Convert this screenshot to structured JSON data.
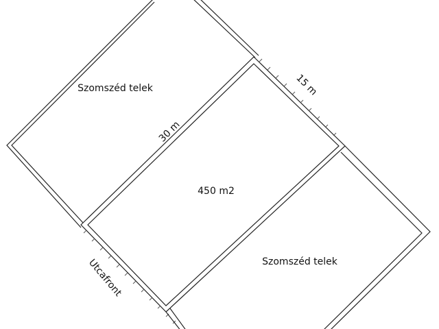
{
  "labels": {
    "neighbor_top": "Szomszéd telek",
    "neighbor_bottom": "Szomszéd telek",
    "length": "30 m",
    "width": "15 m",
    "area": "450 m2",
    "street": "Utcafront"
  },
  "colors": {
    "line": "#222222",
    "hatch": "#555555",
    "background": "#ffffff"
  }
}
